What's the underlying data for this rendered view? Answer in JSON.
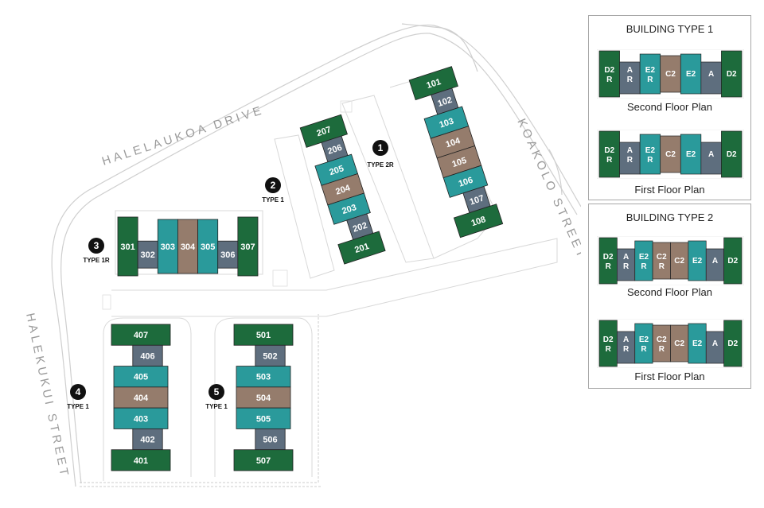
{
  "streets": {
    "halelaukoa": "HALELAUKOA DRIVE",
    "koakolo": "KOAKOLO STREET",
    "halekukui": "HALEKUKUI STREET"
  },
  "colors": {
    "D2": "#1d6b3c",
    "A": "#5e6e7e",
    "E2": "#2a9a9b",
    "C2": "#957c6c",
    "line": "#c8c8c8"
  },
  "buildings": [
    {
      "number": "1",
      "type": "TYPE 2R",
      "units": [
        "101",
        "102",
        "103",
        "104",
        "105",
        "106",
        "107",
        "108"
      ]
    },
    {
      "number": "2",
      "type": "TYPE 1",
      "units": [
        "207",
        "206",
        "205",
        "204",
        "203",
        "202",
        "201"
      ]
    },
    {
      "number": "3",
      "type": "TYPE 1R",
      "units": [
        "301",
        "302",
        "303",
        "304",
        "305",
        "306",
        "307"
      ]
    },
    {
      "number": "4",
      "type": "TYPE 1",
      "units": [
        "407",
        "406",
        "405",
        "404",
        "403",
        "402",
        "401"
      ]
    },
    {
      "number": "5",
      "type": "TYPE 1",
      "units": [
        "501",
        "502",
        "503",
        "504",
        "505",
        "506",
        "507"
      ]
    }
  ],
  "legend": [
    {
      "title": "BUILDING TYPE 1",
      "plans": [
        {
          "caption": "Second Floor Plan",
          "units": [
            {
              "l1": "D2",
              "l2": "R"
            },
            {
              "l1": "A",
              "l2": "R"
            },
            {
              "l1": "E2",
              "l2": "R"
            },
            {
              "l1": "C2",
              "l2": ""
            },
            {
              "l1": "E2",
              "l2": ""
            },
            {
              "l1": "A",
              "l2": ""
            },
            {
              "l1": "D2",
              "l2": ""
            }
          ]
        },
        {
          "caption": "First Floor Plan",
          "units": [
            {
              "l1": "D2",
              "l2": "R"
            },
            {
              "l1": "A",
              "l2": "R"
            },
            {
              "l1": "E2",
              "l2": "R"
            },
            {
              "l1": "C2",
              "l2": ""
            },
            {
              "l1": "E2",
              "l2": ""
            },
            {
              "l1": "A",
              "l2": ""
            },
            {
              "l1": "D2",
              "l2": ""
            }
          ]
        }
      ]
    },
    {
      "title": "BUILDING TYPE 2",
      "plans": [
        {
          "caption": "Second Floor Plan",
          "units": [
            {
              "l1": "D2",
              "l2": "R"
            },
            {
              "l1": "A",
              "l2": "R"
            },
            {
              "l1": "E2",
              "l2": "R"
            },
            {
              "l1": "C2",
              "l2": "R"
            },
            {
              "l1": "C2",
              "l2": ""
            },
            {
              "l1": "E2",
              "l2": ""
            },
            {
              "l1": "A",
              "l2": ""
            },
            {
              "l1": "D2",
              "l2": ""
            }
          ]
        },
        {
          "caption": "First Floor Plan",
          "units": [
            {
              "l1": "D2",
              "l2": "R"
            },
            {
              "l1": "A",
              "l2": "R"
            },
            {
              "l1": "E2",
              "l2": "R"
            },
            {
              "l1": "C2",
              "l2": "R"
            },
            {
              "l1": "C2",
              "l2": ""
            },
            {
              "l1": "E2",
              "l2": ""
            },
            {
              "l1": "A",
              "l2": ""
            },
            {
              "l1": "D2",
              "l2": ""
            }
          ]
        }
      ]
    }
  ]
}
